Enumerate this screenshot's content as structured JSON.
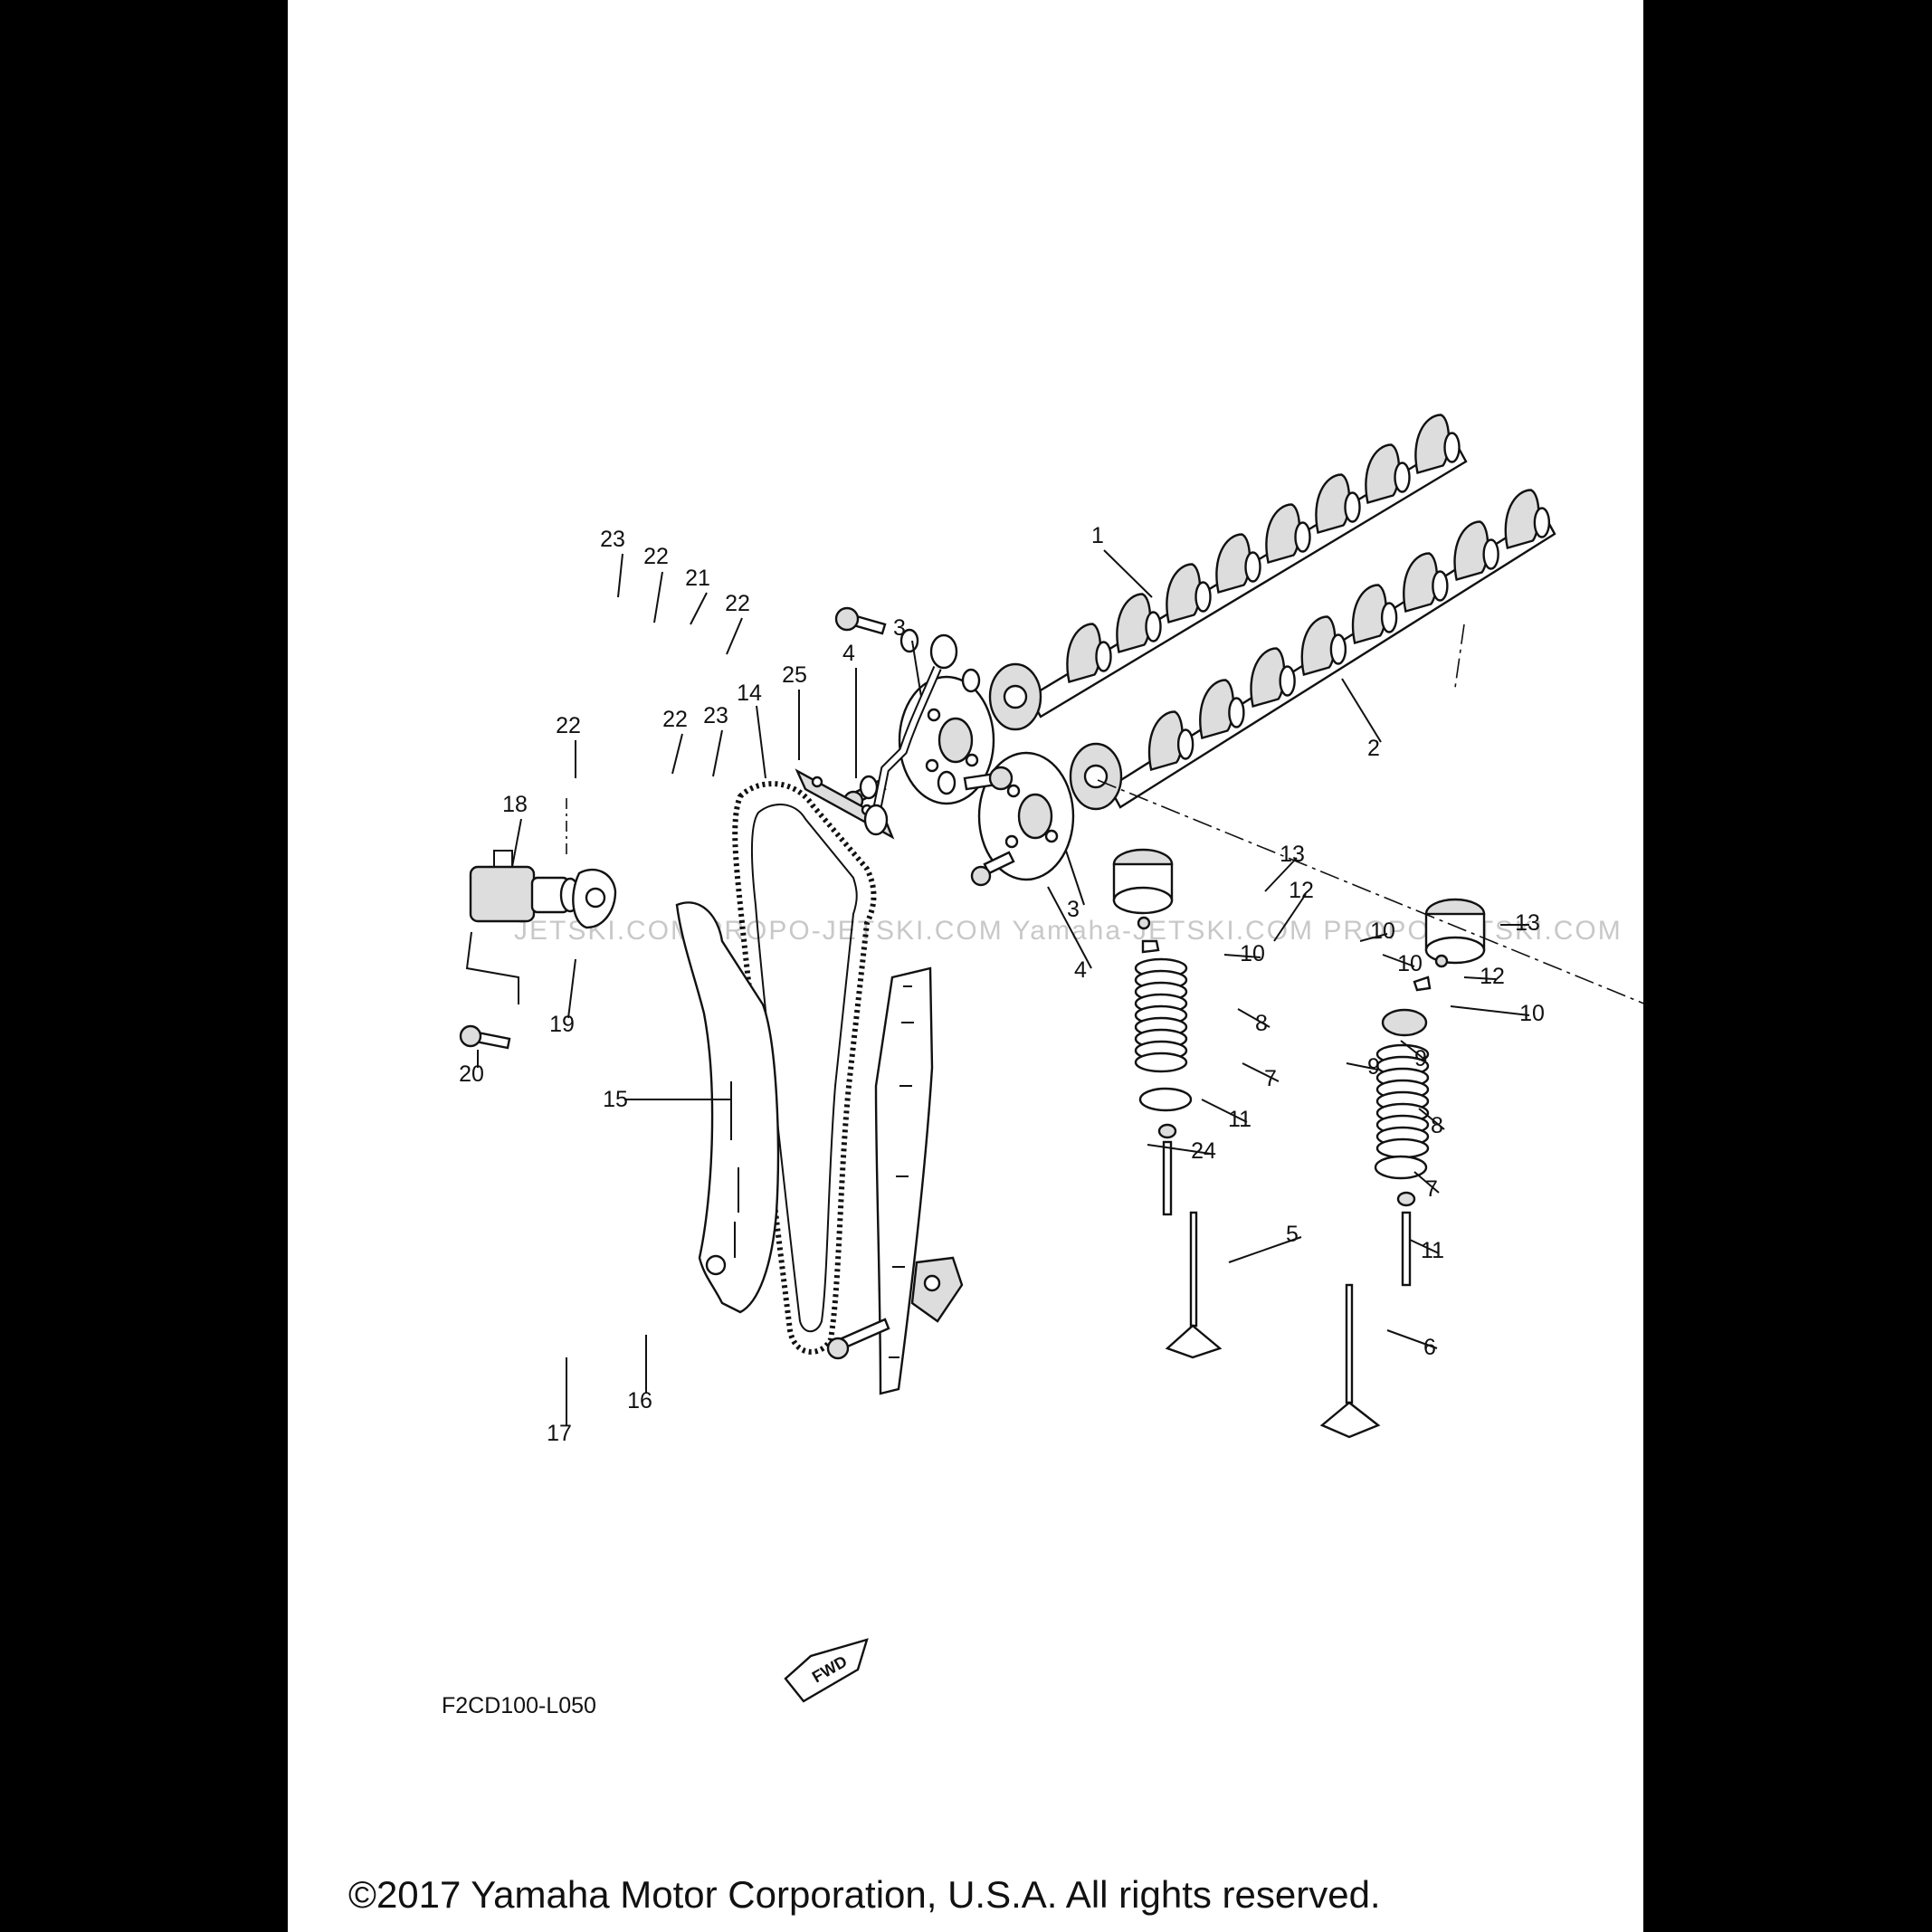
{
  "diagram": {
    "callouts": [
      "1",
      "2",
      "3",
      "3",
      "4",
      "4",
      "5",
      "6",
      "7",
      "7",
      "8",
      "8",
      "9",
      "9",
      "10",
      "10",
      "10",
      "10",
      "11",
      "11",
      "12",
      "12",
      "13",
      "13",
      "14",
      "15",
      "16",
      "17",
      "18",
      "19",
      "20",
      "21",
      "22",
      "22",
      "22",
      "22",
      "23",
      "23",
      "24",
      "25"
    ],
    "watermark": "JETSKI.COM  PROPO-JETSKI.COM  Yamaha-JETSKI.COM  PROPO-JETSKI.COM",
    "fwd_label": "FWD",
    "drawing_code": "F2CD100-L050",
    "copyright": "©2017 Yamaha Motor Corporation, U.S.A. All rights reserved."
  }
}
